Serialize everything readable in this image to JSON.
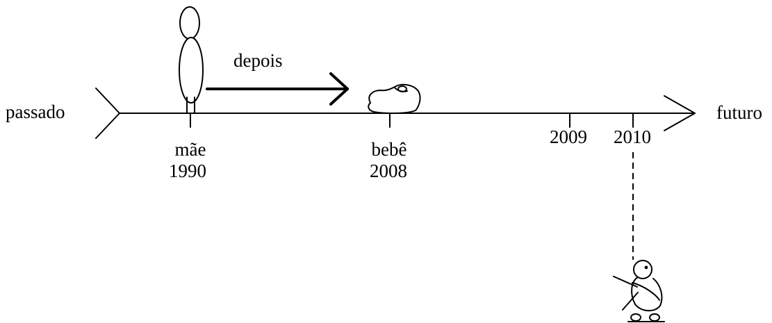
{
  "timeline": {
    "left_label": "passado",
    "right_label": "futuro",
    "after_label": "depois",
    "markers": [
      {
        "label": "mãe",
        "year": "1990"
      },
      {
        "label": "bebê",
        "year": "2008"
      },
      {
        "label": "",
        "year": "2009"
      },
      {
        "label": "",
        "year": "2010"
      }
    ]
  },
  "figures": [
    {
      "icon": "mother-figure-icon"
    },
    {
      "icon": "baby-figure-icon"
    },
    {
      "icon": "child-figure-icon"
    }
  ],
  "colors": {
    "ink": "#000000",
    "background": "#ffffff"
  }
}
